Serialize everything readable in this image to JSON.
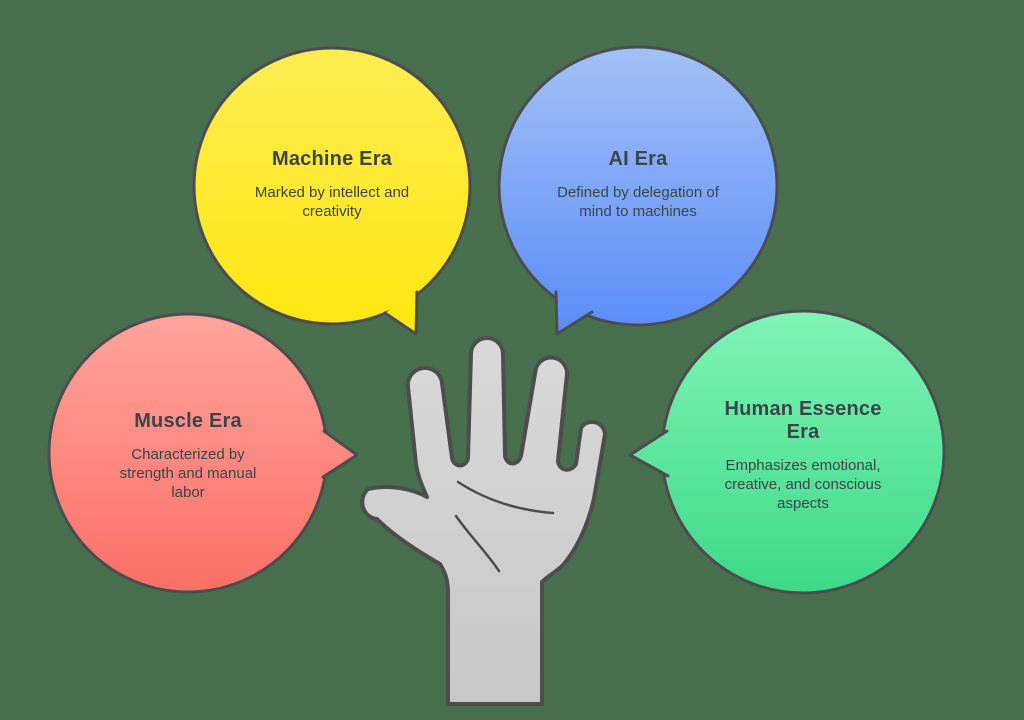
{
  "diagram": {
    "background_color": "#48704F",
    "outline_color": "#4C4C51",
    "text_color": "#3D454A"
  },
  "bubbles": {
    "machine": {
      "title": "Machine Era",
      "body": "Marked by intellect and creativity",
      "color_top": "#FDEC52",
      "color_bottom": "#FFE70F"
    },
    "ai": {
      "title": "AI Era",
      "body": "Defined by delegation of mind to machines",
      "color_top": "#A3C1F6",
      "color_bottom": "#5A8CF8"
    },
    "muscle": {
      "title": "Muscle Era",
      "body": "Characterized by strength and manual labor",
      "color_top": "#FFA49B",
      "color_bottom": "#FB6F66"
    },
    "human_essence": {
      "title": "Human Essence Era",
      "body": "Emphasizes emotional, creative, and conscious aspects",
      "color_top": "#7FF4B6",
      "color_bottom": "#3CD987"
    }
  },
  "hand": {
    "name": "open-hand",
    "fill_top": "#D9D9D9",
    "fill_bottom": "#C7C7C7",
    "outline": "#4D4D4D"
  }
}
